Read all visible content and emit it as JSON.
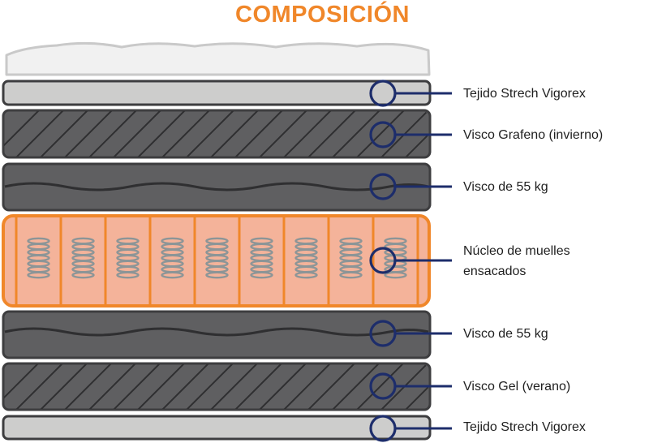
{
  "title": "COMPOSICIÓN",
  "colors": {
    "accent": "#f0872a",
    "marker": "#1d2d6b",
    "dark_layer": "#5f5f61",
    "light_layer": "#cdcdcc",
    "pillow_top": "#f1f1f1",
    "spring_pocket": "#f4b39a",
    "spring_coil": "#8c9597",
    "outline": "#3d3d3f"
  },
  "layers": [
    {
      "label": "Tejido Strech Vigorex",
      "pattern": "plain-light"
    },
    {
      "label": "Visco Grafeno (invierno)",
      "pattern": "diagonal-hatch"
    },
    {
      "label": "Visco de 55 kg",
      "pattern": "wave"
    },
    {
      "label": "Núcleo de muelles ensacados",
      "pattern": "pocket-springs",
      "pocket_count": 9
    },
    {
      "label": "Visco de 55 kg",
      "pattern": "wave"
    },
    {
      "label": "Visco Gel (verano)",
      "pattern": "diagonal-hatch"
    },
    {
      "label": "Tejido Strech Vigorex",
      "pattern": "plain-light"
    }
  ]
}
